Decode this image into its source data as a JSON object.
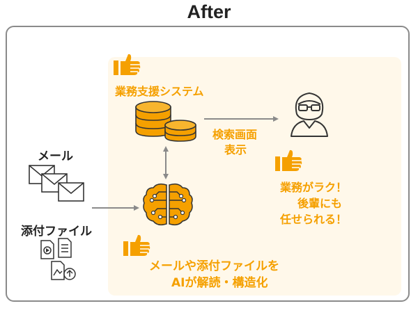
{
  "title": "After",
  "labels": {
    "system": "業務支援システム",
    "search_display_line1": "検索画面",
    "search_display_line2": "表示",
    "mail": "メール",
    "attachment": "添付ファイル",
    "result_line1": "業務がラク！",
    "result_line2": "後輩にも",
    "result_line3": "任せられる！",
    "ai_line1": "メールや添付ファイルを",
    "ai_line2": "AIが解読・構造化"
  },
  "colors": {
    "accent": "#f5a000",
    "panel_bg": "#fff8ea",
    "frame": "#8a8a8a",
    "icon_outline": "#333333"
  },
  "icons": [
    "thumbs-up-icon",
    "database-icon",
    "user-glasses-icon",
    "mail-stack-icon",
    "files-icon",
    "ai-brain-icon",
    "arrow-right-icon",
    "arrow-updown-icon"
  ]
}
